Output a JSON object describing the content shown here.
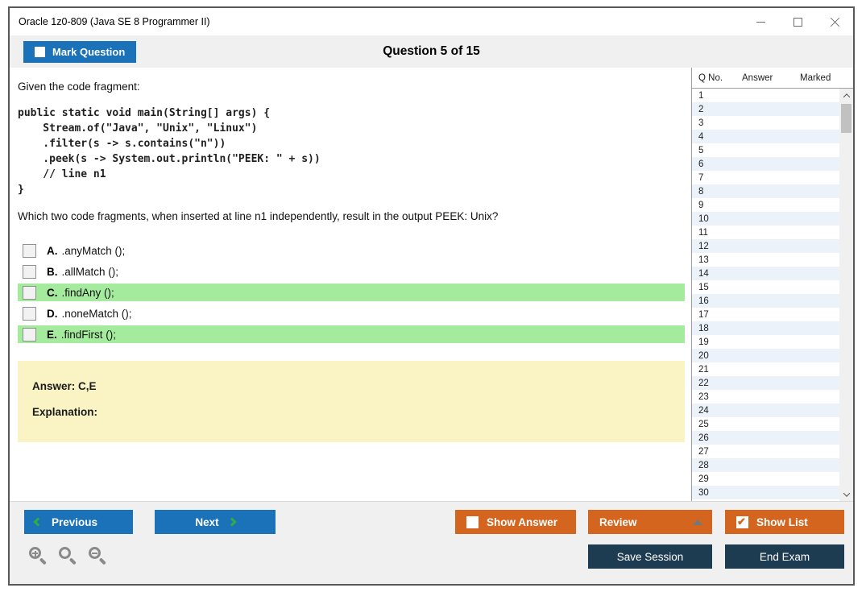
{
  "window": {
    "title": "Oracle 1z0-809 (Java SE 8 Programmer II)"
  },
  "header": {
    "mark_question_label": "Mark Question",
    "question_counter": "Question 5 of 15"
  },
  "question": {
    "intro": "Given the code fragment:",
    "code_lines": [
      "public static void main(String[] args) {",
      "    Stream.of(\"Java\", \"Unix\", \"Linux\")",
      "    .filter(s -> s.contains(\"n\"))",
      "    .peek(s -> System.out.println(\"PEEK: \" + s))",
      "    // line n1",
      "}"
    ],
    "prompt": "Which two code fragments, when inserted at line n1 independently, result in the output PEEK: Unix?",
    "options": [
      {
        "letter": "A.",
        "text": ".anyMatch ();",
        "highlighted": false,
        "checked": false
      },
      {
        "letter": "B.",
        "text": ".allMatch ();",
        "highlighted": false,
        "checked": false
      },
      {
        "letter": "C.",
        "text": ".findAny ();",
        "highlighted": true,
        "checked": false
      },
      {
        "letter": "D.",
        "text": ".noneMatch ();",
        "highlighted": false,
        "checked": false
      },
      {
        "letter": "E.",
        "text": ".findFirst ();",
        "highlighted": true,
        "checked": false
      }
    ],
    "answer_label": "Answer: C,E",
    "explanation_label": "Explanation:"
  },
  "sidebar": {
    "columns": [
      "Q No.",
      "Answer",
      "Marked"
    ],
    "question_numbers": [
      1,
      2,
      3,
      4,
      5,
      6,
      7,
      8,
      9,
      10,
      11,
      12,
      13,
      14,
      15,
      16,
      17,
      18,
      19,
      20,
      21,
      22,
      23,
      24,
      25,
      26,
      27,
      28,
      29,
      30
    ]
  },
  "footer": {
    "previous_label": "Previous",
    "next_label": "Next",
    "show_answer_label": "Show Answer",
    "show_answer_checked": false,
    "review_label": "Review",
    "show_list_label": "Show List",
    "show_list_checked": true,
    "save_session_label": "Save Session",
    "end_exam_label": "End Exam"
  },
  "icons": {
    "mark_question_checkbox": "checkbox-unchecked",
    "zoom_tools": [
      "zoom-in-icon",
      "zoom-icon",
      "zoom-out-icon"
    ],
    "window_controls": [
      "minimize-icon",
      "maximize-icon",
      "close-icon"
    ]
  },
  "colors": {
    "accent_blue": "#1b72b8",
    "accent_orange": "#d4651f",
    "navy": "#1d3c52",
    "highlight_green": "#a5eb9d",
    "answer_yellow": "#faf3c3",
    "band_gray": "#f0f0f0",
    "sidebar_alt_row": "#ebf2fa",
    "chevron_green": "#2fae45"
  }
}
